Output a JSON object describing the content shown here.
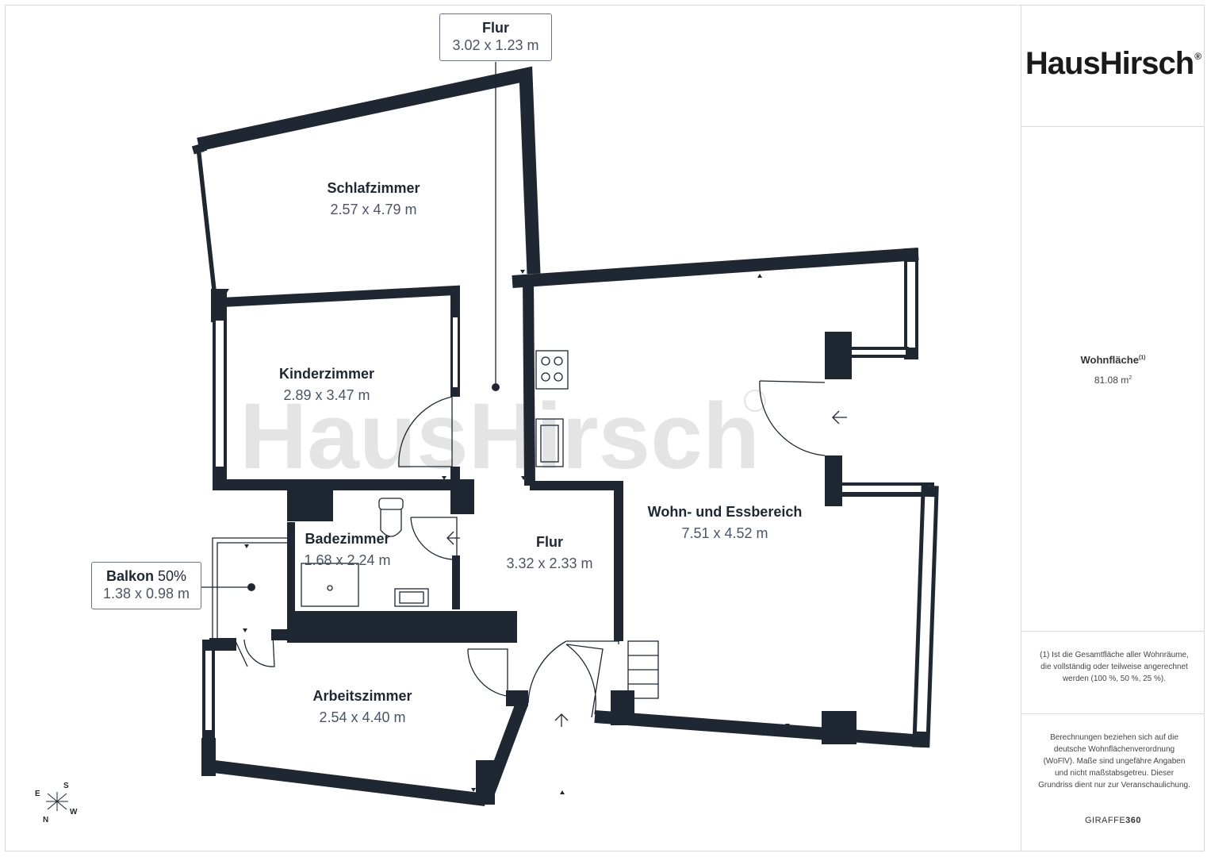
{
  "brand": {
    "logo": "HausHirsch",
    "logo_mark": "®",
    "watermark": "HausHirsch",
    "footer_prefix": "GIRAFFE",
    "footer_suffix": "360"
  },
  "area": {
    "label": "Wohnfläche",
    "label_sup": "(1)",
    "value": "81.08 m",
    "value_sup": "2"
  },
  "notes": {
    "footnote": "(1) Ist die Gesamtfläche aller Wohnräume, die vollständig oder teilweise angerechnet werden (100 %, 50 %, 25 %).",
    "disclaimer": "Berechnungen beziehen sich auf die deutsche Wohnflächenverordnung (WoFlV). Maße sind ungefähre Angaben und nicht maßstabsgetreu. Dieser Grundriss dient nur zur Veranschaulichung."
  },
  "rooms": {
    "flur_top": {
      "name": "Flur",
      "dims": "3.02 x 1.23 m"
    },
    "schlafzimmer": {
      "name": "Schlafzimmer",
      "dims": "2.57 x 4.79 m"
    },
    "kinderzimmer": {
      "name": "Kinderzimmer",
      "dims": "2.89 x 3.47 m"
    },
    "badezimmer": {
      "name": "Badezimmer",
      "dims": "1.68 x 2.24 m"
    },
    "flur": {
      "name": "Flur",
      "dims": "3.32 x 2.33 m"
    },
    "wohn": {
      "name": "Wohn- und Essbereich",
      "dims": "7.51 x 4.52 m"
    },
    "arbeitszimmer": {
      "name": "Arbeitszimmer",
      "dims": "2.54 x 4.40 m"
    },
    "balkon": {
      "name": "Balkon",
      "pct": "50%",
      "dims": "1.38 x 0.98 m"
    }
  },
  "compass": {
    "s": "S",
    "e": "E",
    "n": "N",
    "w": "W"
  },
  "colors": {
    "wall": "#1f2733",
    "text": "#1f2733",
    "dims": "#4b5563",
    "watermark": "#e6e6e6"
  }
}
